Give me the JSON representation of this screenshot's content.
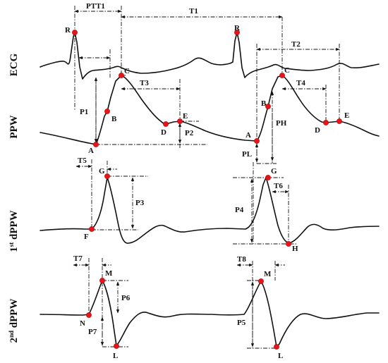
{
  "rows": {
    "ecg": "ECG",
    "ppw": "PPW",
    "d1_num": "1",
    "d1_sup": "st",
    "d1_rest": " dPPW",
    "d2_num": "2",
    "d2_sup": "nd",
    "d2_rest": " dPPW"
  },
  "points": {
    "R": "R",
    "A": "A",
    "B": "B",
    "C": "C",
    "D": "D",
    "E": "E",
    "F": "F",
    "G": "G",
    "H": "H",
    "M": "M",
    "N": "N",
    "L": "L"
  },
  "intervals": {
    "PTT1": "PTT1",
    "T1": "T1",
    "T2": "T2",
    "T3": "T3",
    "T4": "T4",
    "T5": "T5",
    "T6": "T6",
    "T7": "T7",
    "T8": "T8",
    "P1": "P1",
    "P2": "P2",
    "P3": "P3",
    "P4": "P4",
    "P5": "P5",
    "P6": "P6",
    "P7": "P7",
    "PH": "PH",
    "PL": "PL"
  },
  "colors": {
    "point": "#e8141c",
    "ink": "#111111",
    "background": "#ffffff"
  }
}
